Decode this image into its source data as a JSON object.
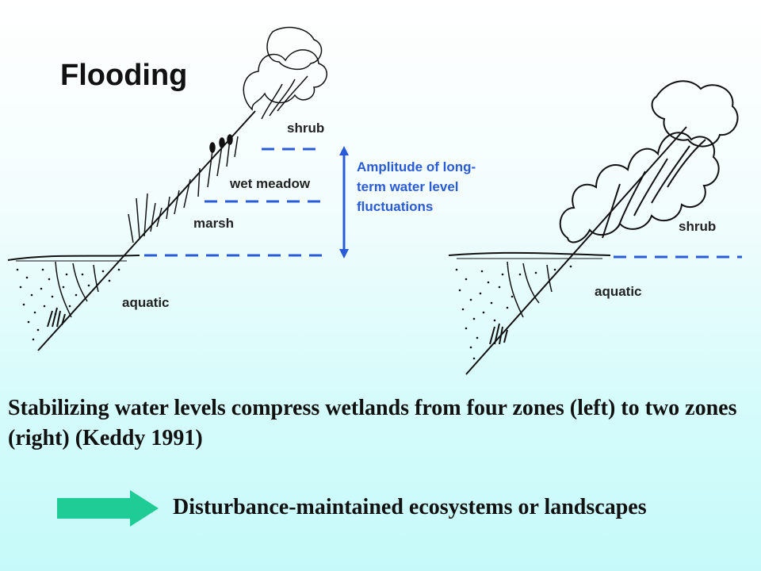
{
  "title": "Flooding",
  "left_profile": {
    "zones": [
      "shrub",
      "wet meadow",
      "marsh",
      "aquatic"
    ]
  },
  "amplitude_label": "Amplitude of long-term water level fluctuations",
  "amplitude_lines": [
    "Amplitude of long-",
    "term water level",
    "fluctuations"
  ],
  "right_profile": {
    "zones": [
      "shrub",
      "aquatic"
    ]
  },
  "caption": "Stabilizing water levels compress wetlands from four zones (left) to two zones (right) (Keddy 1991)",
  "takeaway": "Disturbance-maintained ecosystems or landscapes",
  "colors": {
    "arrow": "#1fcc96",
    "amplitude": "#2a5bd7",
    "dashes": "#2a5bd7"
  }
}
